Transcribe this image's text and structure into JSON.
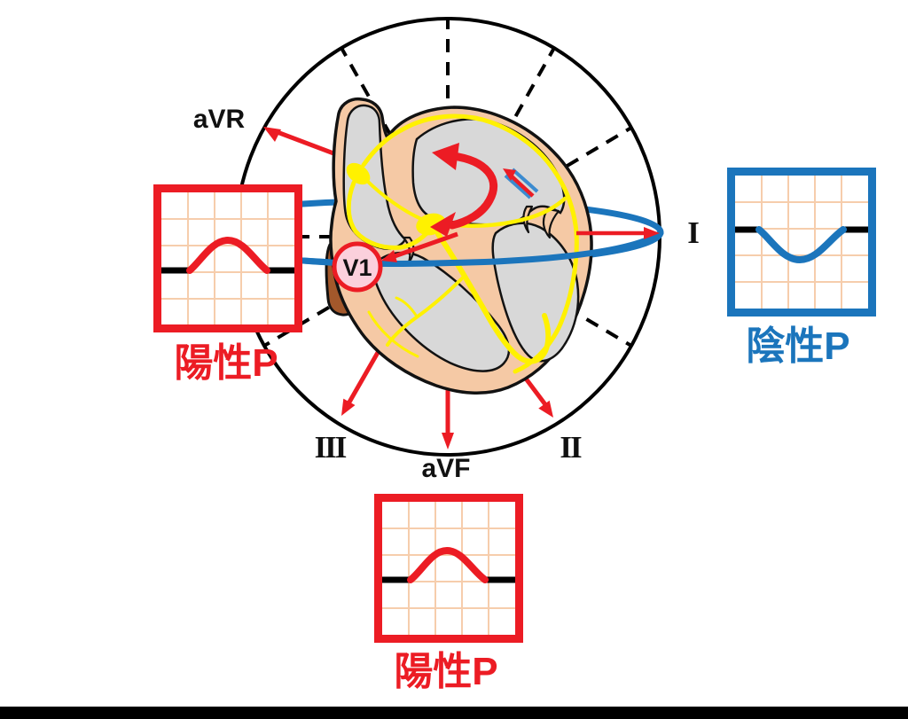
{
  "figure": {
    "description": "ECG limb-lead axis diagram around a heart cross-section showing ectopic atrial activation with P-wave polarity panels",
    "lead_labels": {
      "avr": "aVR",
      "lead_i": "I",
      "lead_ii": "II",
      "lead_iii": "III",
      "avf": "aVF",
      "v1": "V1"
    },
    "wave_panels": {
      "v1_panel": {
        "caption": "陽性P",
        "wave": "positive-P",
        "box_color": "#EC1C24",
        "caption_color": "#EC1C24"
      },
      "lead_i_panel": {
        "caption": "陰性P",
        "wave": "negative-P",
        "box_color": "#1B75BC",
        "caption_color": "#1B75BC"
      },
      "avf_panel": {
        "caption": "陽性P",
        "wave": "positive-P",
        "box_color": "#EC1C24",
        "caption_color": "#EC1C24"
      }
    },
    "colors": {
      "arrow_red": "#EC1C24",
      "loop_blue": "#1B75BC",
      "block_blue": "#3B8BD0",
      "conduction_yellow": "#FFF100",
      "heart_wall": "#F5C9A5",
      "chamber_gray": "#D8D8D8",
      "ecg_grid": "#F6CDAC",
      "v1_badge_fill": "#FBD0DC",
      "aorta_brown": "#A3582B",
      "outline_black": "#000000"
    }
  }
}
